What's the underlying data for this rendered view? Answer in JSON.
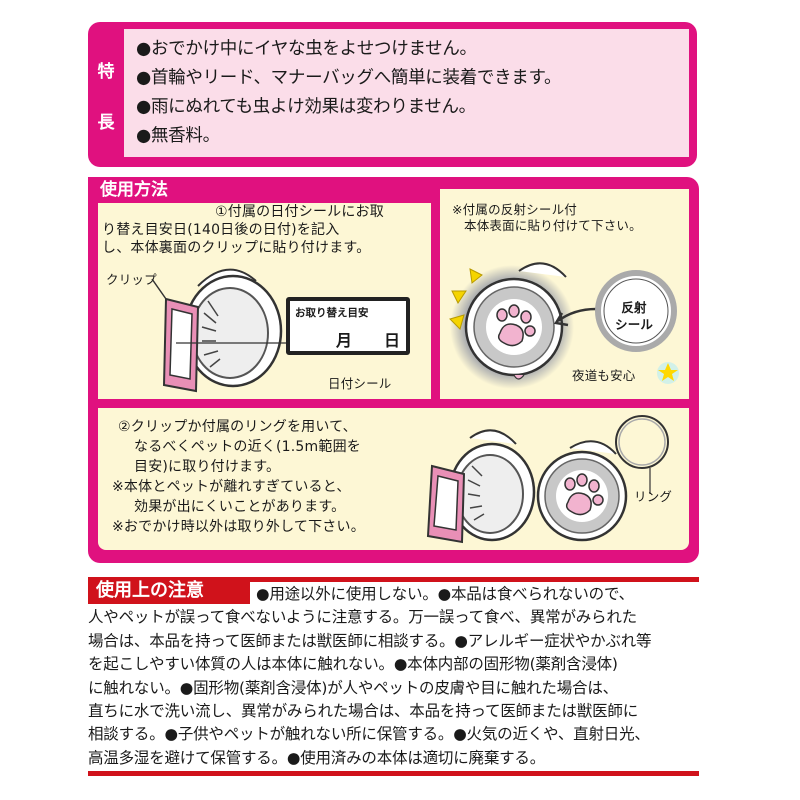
{
  "features": {
    "side_label": [
      "特",
      "長"
    ],
    "items": [
      "●おでかけ中にイヤな虫をよせつけません。",
      "●首輪やリード、マナーバッグへ簡単に装着できます。",
      "●雨にぬれても虫よけ効果は変わりません。",
      "●無香料。"
    ]
  },
  "usage": {
    "title": "使用方法",
    "step1": {
      "lines": [
        "①付属の日付シールにお取",
        "り替え目安日(140日後の日付)を記入",
        "し、本体裏面のクリップに貼り付けます。"
      ],
      "clip_label": "クリップ",
      "seal": {
        "title": "お取り替え目安",
        "month": "月",
        "day": "日"
      },
      "seal_caption": "日付シール"
    },
    "reflective": {
      "lines": [
        "※付属の反射シール付",
        "本体表面に貼り付けて下さい。"
      ],
      "sticker_label": [
        "反射",
        "シール"
      ],
      "night_caption": "夜道も安心"
    },
    "step2": {
      "lines": [
        "②クリップか付属のリングを用いて、",
        "なるべくペットの近く(1.5m範囲を",
        "目安)に取り付けます。",
        "※本体とペットが離れすぎていると、",
        "効果が出にくいことがあります。",
        "※おでかけ時以外は取り外して下さい。"
      ],
      "ring_label": "リング"
    }
  },
  "caution": {
    "title": "使用上の注意",
    "lines": [
      "●用途以外に使用しない。●本品は食べられないので、",
      "人やペットが誤って食べないように注意する。万一誤って食べ、異常がみられた",
      "場合は、本品を持って医師または獣医師に相談する。●アレルギー症状やかぶれ等",
      "を起こしやすい体質の人は本体に触れない。●本体内部の固形物(薬剤含浸体)",
      "に触れない。●固形物(薬剤含浸体)が人やペットの皮膚や目に触れた場合は、",
      "直ちに水で洗い流し、異常がみられた場合は、本品を持って医師または獣医師に",
      "相談する。●子供やペットが触れない所に保管する。●火気の近くや、直射日光、",
      "高温多湿を避けて保管する。●使用済みの本体は適切に廃棄する。"
    ]
  },
  "colors": {
    "magenta": "#e0117f",
    "pink_bg": "#fbdde9",
    "cream_bg": "#fdf7d5",
    "caution_red": "#d0121b"
  }
}
